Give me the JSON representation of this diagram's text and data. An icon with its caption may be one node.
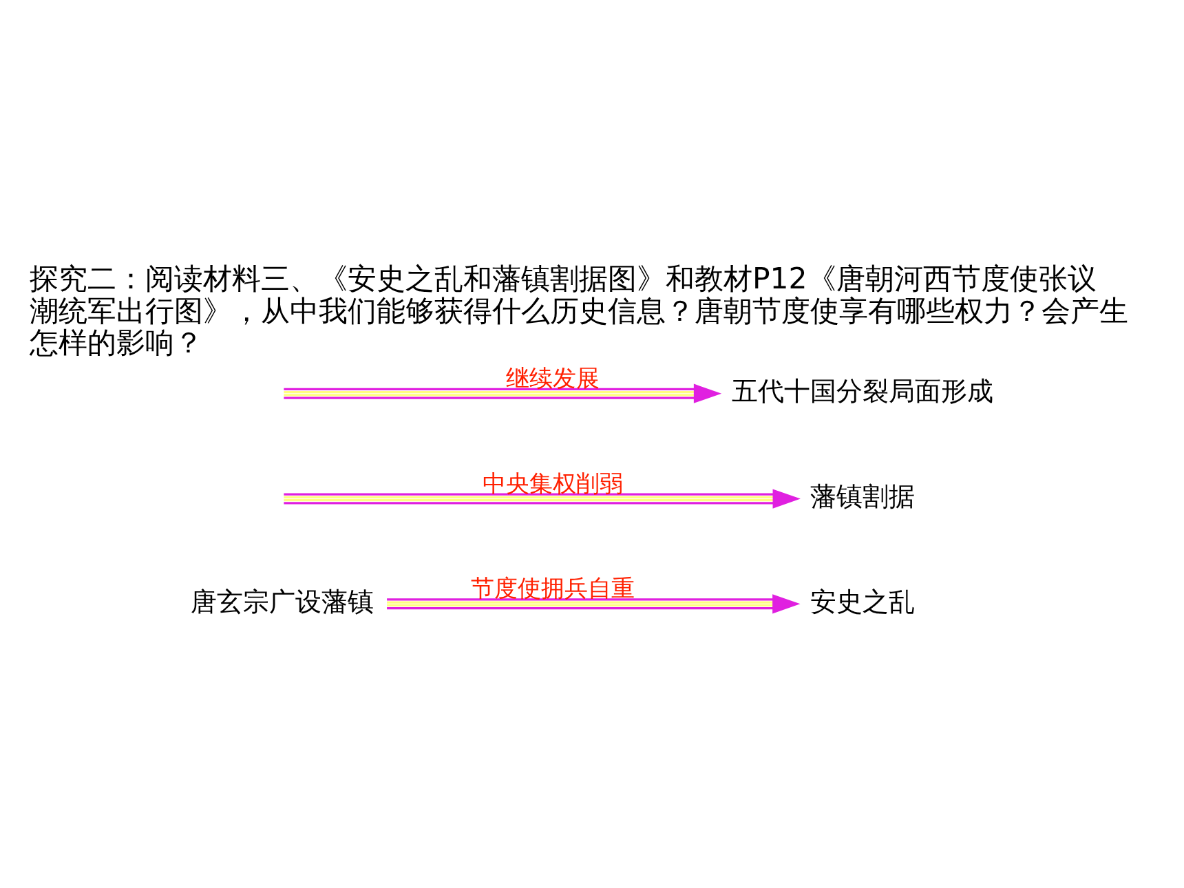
{
  "diagram": {
    "title": "探究二：阅读材料三、《安史之乱和藩镇割据图》和教材P12《唐朝河西节度使张议潮统军出行图》，从中我们能够获得什么历史信息？唐朝节度使享有哪些权力？会产生怎样的影响？",
    "nodes": [
      {
        "text": [
          "唐玄宗广设藩镇"
        ]
      },
      {
        "text": [
          "安史之乱"
        ]
      },
      {
        "text": [
          "藩镇割据"
        ]
      },
      {
        "text": [
          "五代十国分裂局面形成"
        ]
      }
    ],
    "edges": [
      {
        "from": 0,
        "to": 1,
        "arrow": "to",
        "label": "节度使拥兵自重"
      },
      {
        "from": null,
        "to": 2,
        "arrow": "to",
        "label": "中央集权削弱"
      },
      {
        "from": null,
        "to": 3,
        "arrow": "to",
        "label": "继续发展"
      }
    ]
  }
}
